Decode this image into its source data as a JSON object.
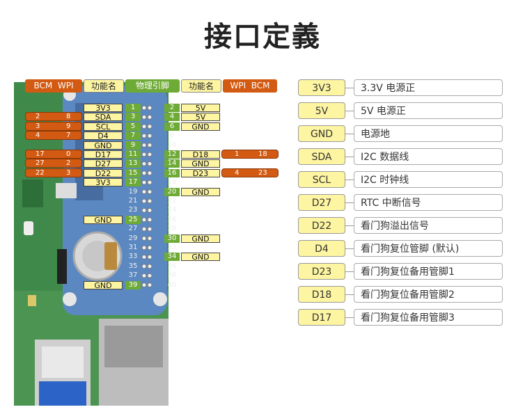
{
  "title": "接口定義",
  "headers": {
    "bcm": "BCM",
    "wpi": "WPI",
    "func": "功能名",
    "phys": "物理引脚",
    "func_r": "功能名",
    "wpi_r": "WPI",
    "bcm_r": "BCM"
  },
  "pins": {
    "left": [
      {
        "num": "1",
        "func": "3V3"
      },
      {
        "num": "3",
        "func": "SDA",
        "bcm": "2",
        "wpi": "8"
      },
      {
        "num": "5",
        "func": "SCL",
        "bcm": "3",
        "wpi": "9"
      },
      {
        "num": "7",
        "func": "D4",
        "bcm": "4",
        "wpi": "7"
      },
      {
        "num": "9",
        "func": "GND"
      },
      {
        "num": "11",
        "func": "D17",
        "bcm": "17",
        "wpi": "0"
      },
      {
        "num": "13",
        "func": "D27",
        "bcm": "27",
        "wpi": "2"
      },
      {
        "num": "15",
        "func": "D22",
        "bcm": "22",
        "wpi": "3"
      },
      {
        "num": "17",
        "func": "3V3"
      },
      {
        "num": "19"
      },
      {
        "num": "21"
      },
      {
        "num": "23"
      },
      {
        "num": "25",
        "func": "GND"
      },
      {
        "num": "27"
      },
      {
        "num": "29"
      },
      {
        "num": "31"
      },
      {
        "num": "33"
      },
      {
        "num": "35"
      },
      {
        "num": "37"
      },
      {
        "num": "39",
        "func": "GND"
      }
    ],
    "right": [
      {
        "num": "2",
        "func": "5V"
      },
      {
        "num": "4",
        "func": "5V"
      },
      {
        "num": "6",
        "func": "GND"
      },
      {
        "num": "8"
      },
      {
        "num": "10"
      },
      {
        "num": "12",
        "func": "D18",
        "wpi": "1",
        "bcm": "18"
      },
      {
        "num": "14",
        "func": "GND"
      },
      {
        "num": "16",
        "func": "D23",
        "wpi": "4",
        "bcm": "23"
      },
      {
        "num": "18"
      },
      {
        "num": "20",
        "func": "GND"
      },
      {
        "num": "22"
      },
      {
        "num": "24"
      },
      {
        "num": "26"
      },
      {
        "num": "28"
      },
      {
        "num": "30",
        "func": "GND"
      },
      {
        "num": "32"
      },
      {
        "num": "34",
        "func": "GND"
      },
      {
        "num": "36"
      },
      {
        "num": "38"
      },
      {
        "num": "40"
      }
    ]
  },
  "table": [
    {
      "name": "3V3",
      "desc": "3.3V 电源正"
    },
    {
      "name": "5V",
      "desc": "5V 电源正"
    },
    {
      "name": "GND",
      "desc": "电源地"
    },
    {
      "name": "SDA",
      "desc": "I2C 数据线"
    },
    {
      "name": "SCL",
      "desc": "I2C 时钟线"
    },
    {
      "name": "D27",
      "desc": "RTC 中断信号"
    },
    {
      "name": "D22",
      "desc": "看门狗溢出信号"
    },
    {
      "name": "D4",
      "desc": "看门狗复位管脚 (默认)"
    },
    {
      "name": "D23",
      "desc": "看门狗复位备用管脚1"
    },
    {
      "name": "D18",
      "desc": "看门狗复位备用管脚2"
    },
    {
      "name": "D17",
      "desc": "看门狗复位备用管脚3"
    }
  ],
  "colors": {
    "orange": "#d25a12",
    "yellow": "#fdf5a1",
    "green": "#6eaa36",
    "board": "#3f8a4a",
    "hat": "#5b88c0"
  }
}
